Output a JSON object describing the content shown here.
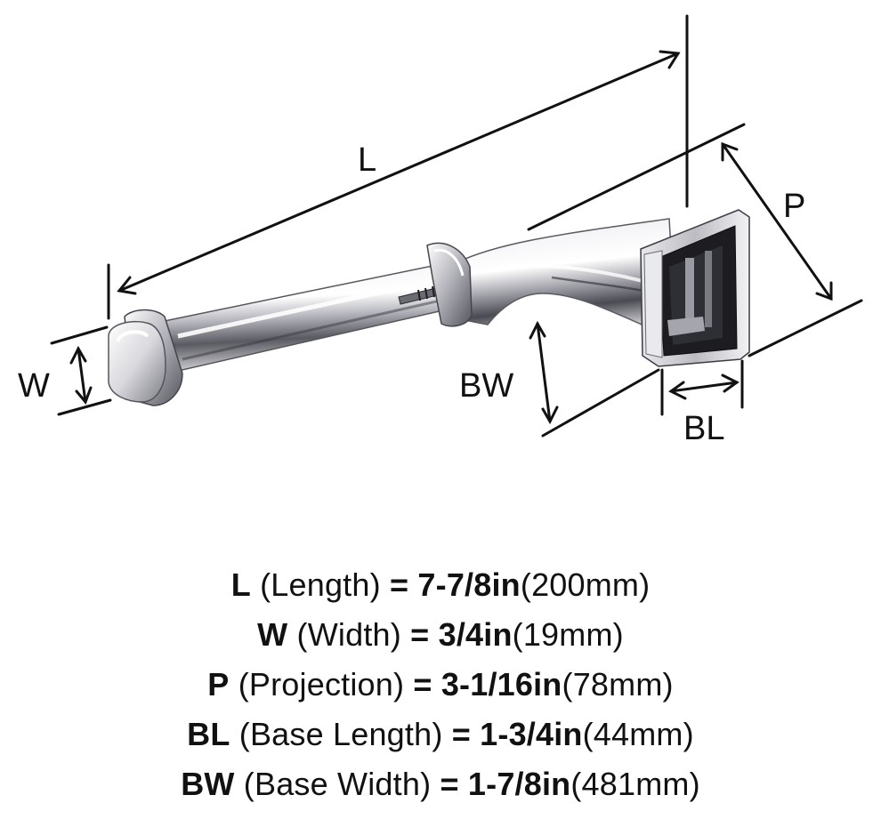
{
  "diagram": {
    "labels": {
      "length": "L",
      "width": "W",
      "projection": "P",
      "base_length": "BL",
      "base_width": "BW"
    },
    "colors": {
      "line": "#111111",
      "chrome_light": "#f4f4f6",
      "chrome_mid": "#c9c9cf",
      "chrome_dark": "#4a4a52",
      "chrome_black": "#151518"
    }
  },
  "specs": [
    {
      "key": "L",
      "desc": "(Length)",
      "eq": "=",
      "imperial": "7-7/8in",
      "metric": "(200mm)"
    },
    {
      "key": "W",
      "desc": "(Width)",
      "eq": "=",
      "imperial": "3/4in",
      "metric": "(19mm)"
    },
    {
      "key": "P",
      "desc": "(Projection)",
      "eq": "=",
      "imperial": "3-1/16in",
      "metric": "(78mm)"
    },
    {
      "key": "BL",
      "desc": "(Base Length)",
      "eq": "=",
      "imperial": "1-3/4in",
      "metric": "(44mm)"
    },
    {
      "key": "BW",
      "desc": "(Base Width)",
      "eq": "=",
      "imperial": "1-7/8in",
      "metric": "(481mm)"
    }
  ]
}
